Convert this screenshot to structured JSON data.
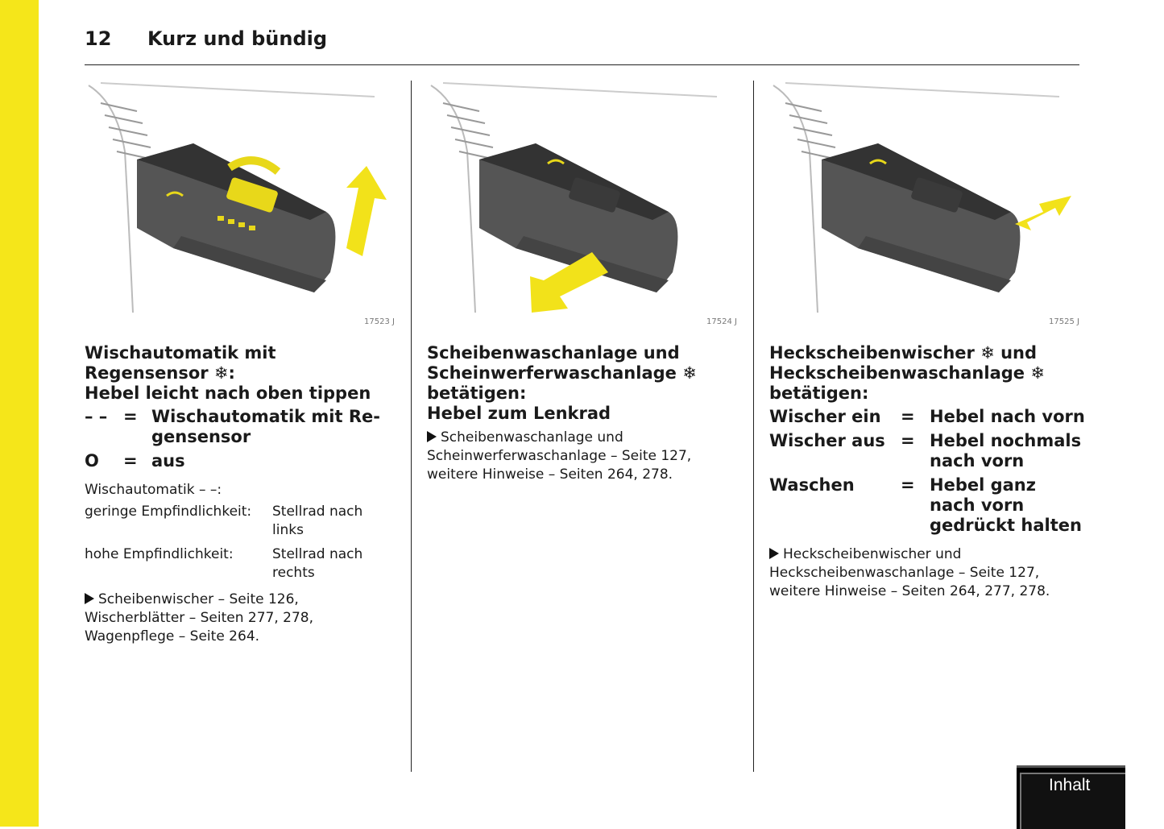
{
  "header": {
    "page_number": "12",
    "title": "Kurz und bündig"
  },
  "columns": [
    {
      "figure_number": "17523 J",
      "heading": [
        "Wischautomatik mit",
        "Regensensor ❄:",
        "Hebel leicht nach oben tippen"
      ],
      "definitions": [
        {
          "symbol": "– –",
          "eq": "=",
          "text": [
            "Wischautomatik mit Re-",
            "gensensor"
          ]
        },
        {
          "symbol": "O",
          "eq": "=",
          "text": [
            "aus"
          ]
        }
      ],
      "sub_label": "Wischautomatik – –:",
      "sensitivity": [
        {
          "label": "geringe Empfindlichkeit:",
          "value": [
            "Stellrad nach",
            "links"
          ]
        },
        {
          "label": "hohe Empfindlichkeit:",
          "value": [
            "Stellrad nach",
            "rechts"
          ]
        }
      ],
      "references": [
        "Scheibenwischer – Seite 126,",
        "Wischerblätter – Seiten 277, 278,",
        "Wagenpflege – Seite 264."
      ]
    },
    {
      "figure_number": "17524 J",
      "heading": [
        "Scheibenwaschanlage und",
        "Scheinwerferwaschanlage ❄",
        "betätigen:",
        "Hebel zum Lenkrad"
      ],
      "references": [
        "Scheibenwaschanlage und",
        "Scheinwerferwaschanlage – Seite 127,",
        "weitere Hinweise – Seiten 264, 278."
      ]
    },
    {
      "figure_number": "17525 J",
      "heading": [
        "Heckscheibenwischer ❄ und",
        "Heckscheibenwaschanlage ❄",
        "betätigen:"
      ],
      "definitions": [
        {
          "label": "Wischer ein",
          "eq": "=",
          "text": [
            "Hebel nach vorn"
          ]
        },
        {
          "label": "Wischer aus",
          "eq": "=",
          "text": [
            "Hebel nochmals",
            "nach vorn"
          ]
        },
        {
          "label": "Waschen",
          "eq": "=",
          "text": [
            "Hebel ganz",
            "nach vorn",
            "gedrückt halten"
          ]
        }
      ],
      "references": [
        "Heckscheibenwischer und",
        "Heckscheibenwaschanlage – Seite 127,",
        "weitere Hinweise – Seiten 264, 277, 278."
      ]
    }
  ],
  "nav": {
    "contents_label": "Inhalt"
  },
  "colors": {
    "side_bar": "#f5e61a",
    "arrow": "#f2e21a"
  }
}
